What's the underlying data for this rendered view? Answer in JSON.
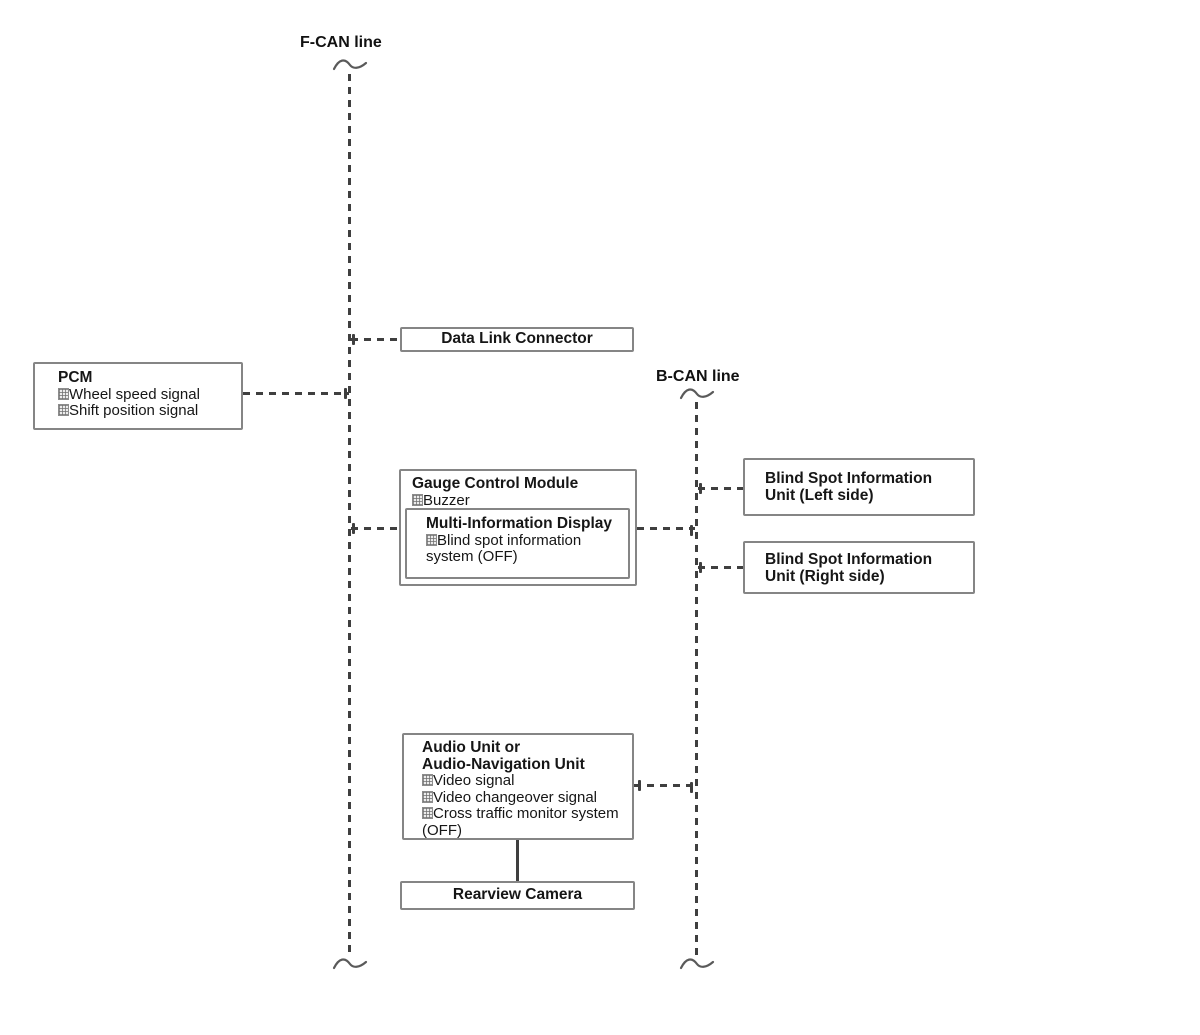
{
  "diagram": {
    "fcan": {
      "label": "F-CAN line"
    },
    "bcan": {
      "label": "B-CAN line"
    },
    "colors": {
      "bus_line": "#3f3f3f",
      "box_border": "#858585",
      "text": "#161616"
    },
    "boxes": {
      "pcm": {
        "title": "PCM",
        "items": [
          "Wheel speed signal",
          "Shift position signal"
        ]
      },
      "data_link_connector": {
        "title": "Data Link Connector"
      },
      "gauge_control_module": {
        "title": "Gauge Control Module",
        "items": [
          "Buzzer"
        ]
      },
      "multi_information_display": {
        "title": "Multi-Information Display",
        "items": [
          "Blind spot information system (OFF)"
        ]
      },
      "bsi_left": {
        "line1": "Blind Spot Information",
        "line2": "Unit (Left side)"
      },
      "bsi_right": {
        "line1": "Blind Spot Information",
        "line2": "Unit (Right side)"
      },
      "audio": {
        "line1": "Audio Unit or",
        "line2": "Audio-Navigation Unit",
        "items": [
          "Video signal",
          "Video changeover signal",
          "Cross traffic monitor system (OFF)"
        ]
      },
      "rearview_camera": {
        "title": "Rearview Camera"
      }
    }
  }
}
